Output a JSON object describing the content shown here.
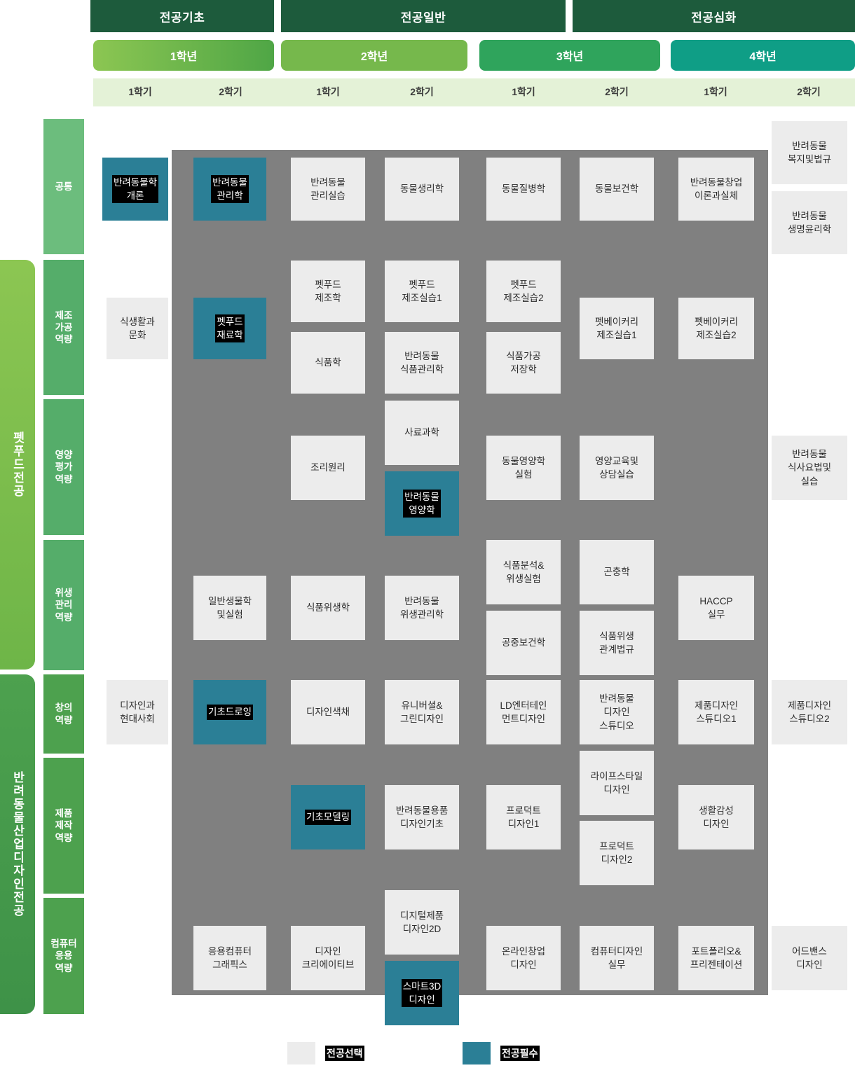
{
  "colors": {
    "track_bar": "#1d5b3c",
    "year1": "#7dbd4e",
    "year2": "#76b84c",
    "year3": "#2fa45c",
    "year4": "#0f9e86",
    "semester_strip": "#e4f2d7",
    "backdrop": "#808080",
    "elective": "#ececec",
    "required": "#2b7f96",
    "major_petfood": "#77bb4a",
    "major_design": "#4da14e",
    "competency": "#55ad6a"
  },
  "header": {
    "tracks": [
      {
        "label": "전공기초"
      },
      {
        "label": "전공일반"
      },
      {
        "label": "전공심화"
      }
    ],
    "years": [
      {
        "label": "1학년"
      },
      {
        "label": "2학년"
      },
      {
        "label": "3학년"
      },
      {
        "label": "4학년"
      }
    ],
    "semesters": [
      {
        "label": "1학기"
      },
      {
        "label": "2학기"
      },
      {
        "label": "1학기"
      },
      {
        "label": "2학기"
      },
      {
        "label": "1학기"
      },
      {
        "label": "2학기"
      },
      {
        "label": "1학기"
      },
      {
        "label": "2학기"
      }
    ]
  },
  "majors": [
    {
      "label": "펫푸드전공"
    },
    {
      "label": "반려동물산업디자인전공"
    }
  ],
  "competencies": [
    {
      "label": "공통"
    },
    {
      "label": "제조\n가공\n역량"
    },
    {
      "label": "영양\n평가\n역량"
    },
    {
      "label": "위생\n관리\n역량"
    },
    {
      "label": "창의\n역량"
    },
    {
      "label": "제품\n제작\n역량"
    },
    {
      "label": "컴퓨터\n응용\n역량"
    }
  ],
  "courses": {
    "common": [
      {
        "label": "반려동물학\n개론",
        "type": "required"
      },
      {
        "label": "반려동물\n관리학",
        "type": "required"
      },
      {
        "label": "반려동물\n관리실습",
        "type": "elective"
      },
      {
        "label": "동물생리학",
        "type": "elective"
      },
      {
        "label": "동물질병학",
        "type": "elective"
      },
      {
        "label": "동물보건학",
        "type": "elective"
      },
      {
        "label": "반려동물창업\n이론과실체",
        "type": "elective"
      },
      {
        "label": "반려동물\n복지및법규",
        "type": "elective"
      },
      {
        "label": "반려동물\n생명윤리학",
        "type": "elective"
      }
    ],
    "manufacturing": [
      {
        "label": "식생활과\n문화",
        "type": "elective"
      },
      {
        "label": "펫푸드\n재료학",
        "type": "required"
      },
      {
        "label": "펫푸드\n제조학",
        "type": "elective"
      },
      {
        "label": "식품학",
        "type": "elective"
      },
      {
        "label": "펫푸드\n제조실습1",
        "type": "elective"
      },
      {
        "label": "반려동물\n식품관리학",
        "type": "elective"
      },
      {
        "label": "펫푸드\n제조실습2",
        "type": "elective"
      },
      {
        "label": "식품가공\n저장학",
        "type": "elective"
      },
      {
        "label": "펫베이커리\n제조실습1",
        "type": "elective"
      },
      {
        "label": "펫베이커리\n제조실습2",
        "type": "elective"
      }
    ],
    "nutrition": [
      {
        "label": "조리원리",
        "type": "elective"
      },
      {
        "label": "사료과학",
        "type": "elective"
      },
      {
        "label": "반려동물\n영양학",
        "type": "required"
      },
      {
        "label": "동물영양학\n실험",
        "type": "elective"
      },
      {
        "label": "영양교육및\n상담실습",
        "type": "elective"
      },
      {
        "label": "반려동물\n식사요법및\n실습",
        "type": "elective"
      }
    ],
    "hygiene": [
      {
        "label": "일반생물학\n및실험",
        "type": "elective"
      },
      {
        "label": "식품위생학",
        "type": "elective"
      },
      {
        "label": "반려동물\n위생관리학",
        "type": "elective"
      },
      {
        "label": "식품분석&\n위생실험",
        "type": "elective"
      },
      {
        "label": "공중보건학",
        "type": "elective"
      },
      {
        "label": "곤충학",
        "type": "elective"
      },
      {
        "label": "식품위생\n관계법규",
        "type": "elective"
      },
      {
        "label": "HACCP\n실무",
        "type": "elective"
      }
    ],
    "creativity": [
      {
        "label": "디자인과\n현대사회",
        "type": "elective"
      },
      {
        "label": "기초드로잉",
        "type": "required"
      },
      {
        "label": "디자인색채",
        "type": "elective"
      },
      {
        "label": "유니버셜&\n그린디자인",
        "type": "elective"
      },
      {
        "label": "LD엔터테인\n먼트디자인",
        "type": "elective"
      },
      {
        "label": "반려동물\n디자인\n스튜디오",
        "type": "elective"
      },
      {
        "label": "제품디자인\n스튜디오1",
        "type": "elective"
      },
      {
        "label": "제품디자인\n스튜디오2",
        "type": "elective"
      }
    ],
    "production": [
      {
        "label": "기초모델링",
        "type": "required"
      },
      {
        "label": "반려동물용품\n디자인기초",
        "type": "elective"
      },
      {
        "label": "프로덕트\n디자인1",
        "type": "elective"
      },
      {
        "label": "라이프스타일\n디자인",
        "type": "elective"
      },
      {
        "label": "프로덕트\n디자인2",
        "type": "elective"
      },
      {
        "label": "생활감성\n디자인",
        "type": "elective"
      }
    ],
    "computer": [
      {
        "label": "응용컴퓨터\n그래픽스",
        "type": "elective"
      },
      {
        "label": "디자인\n크리에이티브",
        "type": "elective"
      },
      {
        "label": "디지털제품\n디자인2D",
        "type": "elective"
      },
      {
        "label": "스마트3D\n디자인",
        "type": "required"
      },
      {
        "label": "온라인창업\n디자인",
        "type": "elective"
      },
      {
        "label": "컴퓨터디자인\n실무",
        "type": "elective"
      },
      {
        "label": "포트폴리오&\n프리젠테이션",
        "type": "elective"
      },
      {
        "label": "어드밴스\n디자인",
        "type": "elective"
      }
    ]
  },
  "legend": [
    {
      "label": "전공선택",
      "type": "elective"
    },
    {
      "label": "전공필수",
      "type": "required"
    }
  ]
}
